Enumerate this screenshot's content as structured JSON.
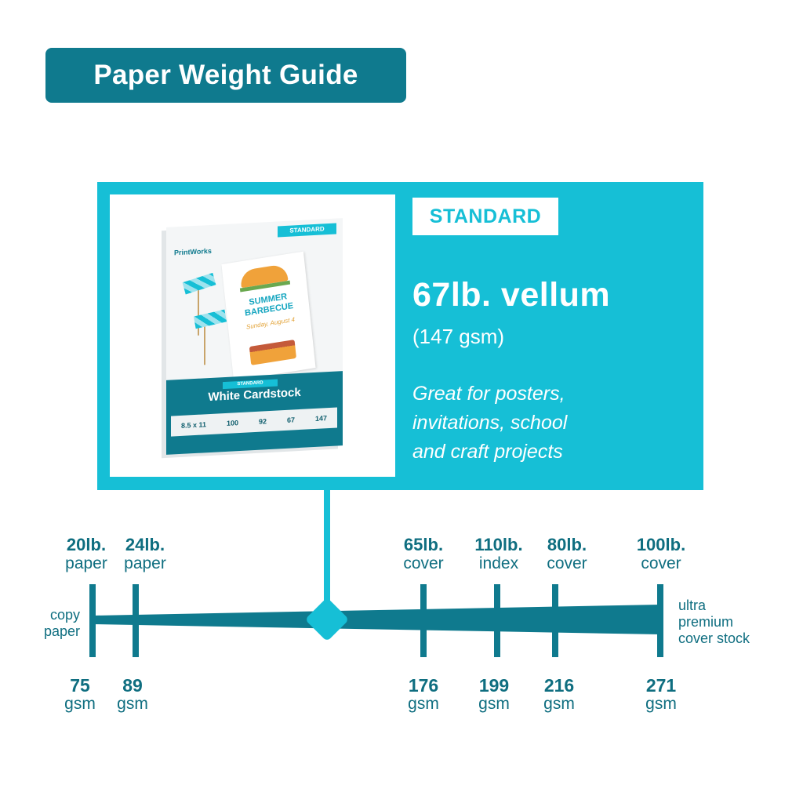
{
  "title": "Paper Weight Guide",
  "colors": {
    "dark_teal": "#0f7a8e",
    "cyan": "#16bfd6",
    "text_teal": "#0f6e80",
    "background": "#ffffff"
  },
  "highlight": {
    "badge": "STANDARD",
    "weight": "67lb. vellum",
    "gsm": "(147 gsm)",
    "description_lines": [
      "Great for posters,",
      "invitations, school",
      "and craft projects"
    ]
  },
  "product": {
    "brand": "PrintWorks",
    "box_tag": "STANDARD",
    "band_tag": "STANDARD",
    "name": "White Cardstock",
    "invite_title_1": "SUMMER",
    "invite_title_2": "BARBECUE",
    "invite_subtitle": "Sunday, August 4",
    "stats": [
      "8.5 x 11",
      "100",
      "92",
      "67",
      "147"
    ]
  },
  "scale": {
    "left_label": [
      "copy",
      "paper"
    ],
    "right_label": [
      "ultra",
      "premium",
      "cover stock"
    ],
    "ticks": [
      {
        "weight": "20lb.",
        "type": "paper",
        "gsm_value": "75",
        "gsm_unit": "gsm"
      },
      {
        "weight": "24lb.",
        "type": "paper",
        "gsm_value": "89",
        "gsm_unit": "gsm"
      },
      {
        "weight": "65lb.",
        "type": "cover",
        "gsm_value": "176",
        "gsm_unit": "gsm"
      },
      {
        "weight": "110lb.",
        "type": "index",
        "gsm_value": "199",
        "gsm_unit": "gsm"
      },
      {
        "weight": "80lb.",
        "type": "cover",
        "gsm_value": "216",
        "gsm_unit": "gsm"
      },
      {
        "weight": "100lb.",
        "type": "cover",
        "gsm_value": "271",
        "gsm_unit": "gsm"
      }
    ],
    "marker": {
      "weight": "67lb. vellum",
      "gsm": "147"
    }
  }
}
